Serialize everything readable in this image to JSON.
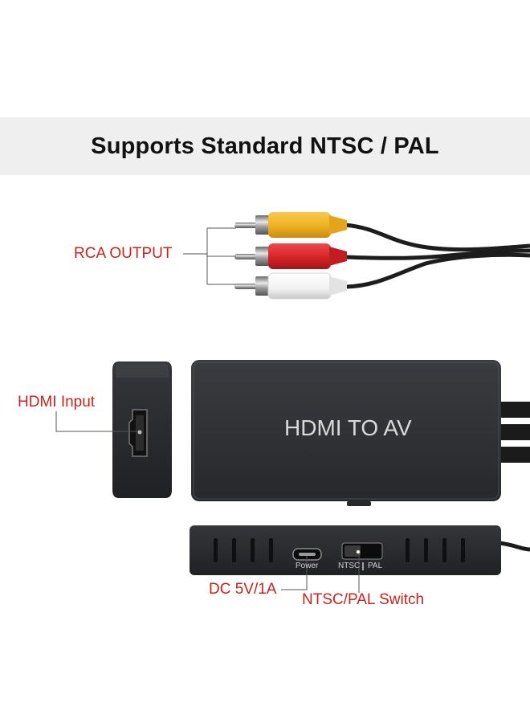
{
  "banner": {
    "title": "Supports Standard NTSC / PAL"
  },
  "callouts": {
    "rca_output": "RCA OUTPUT",
    "hdmi_input": "HDMI Input",
    "dc_power": "DC 5V/1A",
    "ntsc_pal_switch": "NTSC/PAL Switch"
  },
  "device": {
    "top_label": "HDMI TO AV",
    "port_power_label": "Power",
    "switch_label_ntsc": "NTSC",
    "switch_label_pal": "PAL"
  },
  "colors": {
    "callout_text": "#c8231c",
    "device_body": "#2b2d31",
    "plug_yellow": "#f0b323",
    "plug_red": "#d9262a",
    "plug_white": "#f4f4f4",
    "banner_bg": "#efefef"
  }
}
